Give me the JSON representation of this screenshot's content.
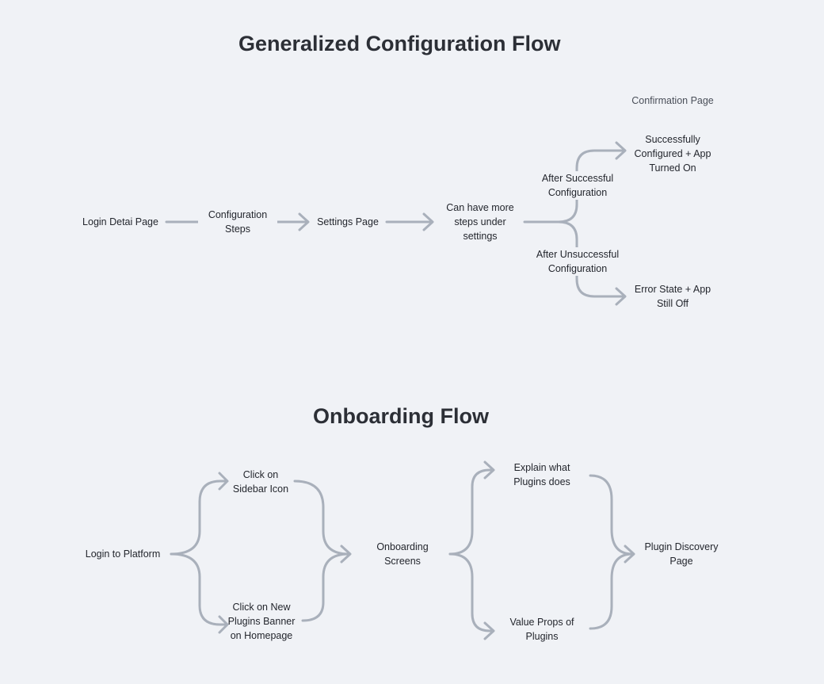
{
  "titles": {
    "config_flow": "Generalized Configuration Flow",
    "onboarding_flow": "Onboarding Flow"
  },
  "config_flow": {
    "login_detail_page": "Login Detai Page",
    "configuration_steps": "Configuration Steps",
    "settings_page": "Settings Page",
    "more_steps": "Can have more steps under settings",
    "confirmation_page": "Confirmation Page",
    "after_successful": "After Successful Configuration",
    "successfully_configured": "Successfully Configured + App Turned On",
    "after_unsuccessful": "After Unsuccessful Configuration",
    "error_state": "Error State + App Still Off"
  },
  "onboarding_flow": {
    "login_to_platform": "Login to Platform",
    "click_sidebar_icon": "Click on Sidebar Icon",
    "click_new_plugins_banner": "Click on New Plugins Banner on Homepage",
    "onboarding_screens": "Onboarding Screens",
    "explain_plugins": "Explain what Plugins does",
    "value_props": "Value Props of Plugins",
    "plugin_discovery_page": "Plugin Discovery Page"
  },
  "colors": {
    "connector": "#a9b0bb",
    "background": "#f0f2f6"
  }
}
